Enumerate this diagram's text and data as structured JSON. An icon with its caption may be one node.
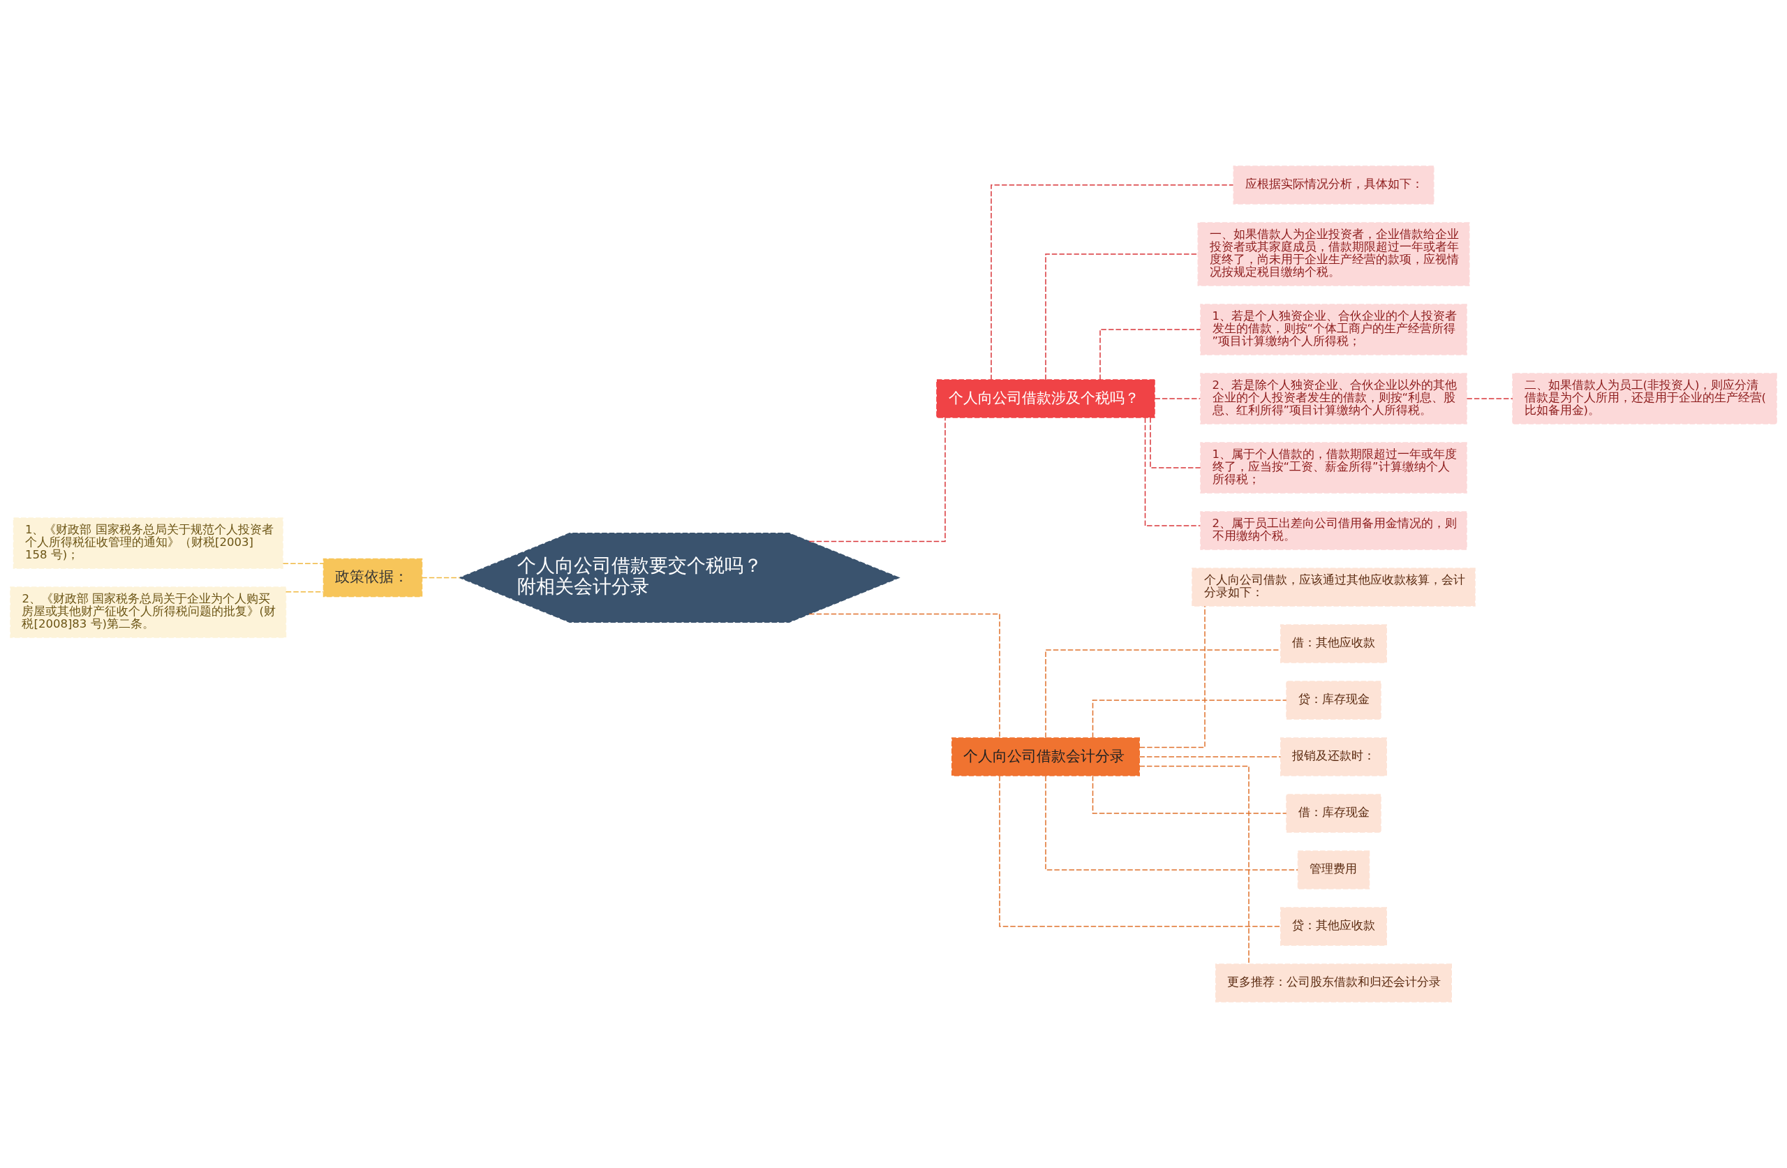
{
  "diagram": {
    "nodes": [
      {
        "text": [
          "个人向公司借款要交个税吗？附相关会计分录"
        ]
      },
      {
        "text": [
          "政策依据："
        ]
      },
      {
        "text": [
          "1、《财政部 国家税务总局关于规范个人投资者个人所得税征收管理的通知》（财税[2003] 158 号)；"
        ]
      },
      {
        "text": [
          "2、《财政部 国家税务总局关于企业为个人购买房屋或其他财产征收个人所得税问题的批复》(财税[2008]83 号)第二条。"
        ]
      },
      {
        "text": [
          "个人向公司借款涉及个税吗？"
        ]
      },
      {
        "text": [
          "应根据实际情况分析，具体如下："
        ]
      },
      {
        "text": [
          "一、如果借款人为企业投资者，企业借款给企业投资者或其家庭成员，借款期限超过一年或者年度终了，尚未用于企业生产经营的款项，应视情况按规定税目缴纳个税。"
        ]
      },
      {
        "text": [
          "1、若是个人独资企业、合伙企业的个人投资者发生的借款，则按“个体工商户的生产经营所得”项目计算缴纳个人所得税；"
        ]
      },
      {
        "text": [
          "2、若是除个人独资企业、合伙企业以外的其他企业的个人投资者发生的借款，则按“利息、股息、红利所得”项目计算缴纳个人所得税。"
        ]
      },
      {
        "text": [
          "二、如果借款人为员工(非投资人)，则应分清借款是为个人所用，还是用于企业的生产经营(比如备用金)。"
        ]
      },
      {
        "text": [
          "1、属于个人借款的，借款期限超过一年或年度终了，应当按“工资、薪金所得”计算缴纳个人所得税；"
        ]
      },
      {
        "text": [
          "2、属于员工出差向公司借用备用金情况的，则不用缴纳个税。"
        ]
      },
      {
        "text": [
          "个人向公司借款会计分录"
        ]
      },
      {
        "text": [
          "个人向公司借款，应该通过其他应收款核算，会计分录如下："
        ]
      },
      {
        "text": [
          "借：其他应收款"
        ]
      },
      {
        "text": [
          "贷：库存现金"
        ]
      },
      {
        "text": [
          "报销及还款时："
        ]
      },
      {
        "text": [
          "借：库存现金"
        ]
      },
      {
        "text": [
          "管理费用"
        ]
      },
      {
        "text": [
          "贷：其他应收款"
        ]
      },
      {
        "text": [
          "更多推荐：公司股东借款和归还会计分录"
        ]
      }
    ],
    "edges": [
      {
        "from": 0,
        "to": 1,
        "arrow": "none",
        "style": "dashed",
        "color": "#f0b840"
      },
      {
        "from": 1,
        "to": 2,
        "arrow": "none",
        "style": "dashed",
        "color": "#f0b840"
      },
      {
        "from": 1,
        "to": 3,
        "arrow": "none",
        "style": "dashed",
        "color": "#f0b840"
      },
      {
        "from": 0,
        "to": 4,
        "arrow": "none",
        "style": "dashed",
        "color": "#d9363a"
      },
      {
        "from": 4,
        "to": 5,
        "arrow": "none",
        "style": "dashed",
        "color": "#d9363a"
      },
      {
        "from": 4,
        "to": 6,
        "arrow": "none",
        "style": "dashed",
        "color": "#d9363a"
      },
      {
        "from": 4,
        "to": 7,
        "arrow": "none",
        "style": "dashed",
        "color": "#d9363a"
      },
      {
        "from": 4,
        "to": 8,
        "arrow": "none",
        "style": "dashed",
        "color": "#d9363a"
      },
      {
        "from": 8,
        "to": 9,
        "arrow": "none",
        "style": "dashed",
        "color": "#d9363a"
      },
      {
        "from": 4,
        "to": 10,
        "arrow": "none",
        "style": "dashed",
        "color": "#d9363a"
      },
      {
        "from": 4,
        "to": 11,
        "arrow": "none",
        "style": "dashed",
        "color": "#d9363a"
      },
      {
        "from": 0,
        "to": 12,
        "arrow": "none",
        "style": "dashed",
        "color": "#e0712c"
      },
      {
        "from": 12,
        "to": 13,
        "arrow": "none",
        "style": "dashed",
        "color": "#e0712c"
      },
      {
        "from": 12,
        "to": 14,
        "arrow": "none",
        "style": "dashed",
        "color": "#e0712c"
      },
      {
        "from": 12,
        "to": 15,
        "arrow": "none",
        "style": "dashed",
        "color": "#e0712c"
      },
      {
        "from": 12,
        "to": 16,
        "arrow": "none",
        "style": "dashed",
        "color": "#e0712c"
      },
      {
        "from": 12,
        "to": 17,
        "arrow": "none",
        "style": "dashed",
        "color": "#e0712c"
      },
      {
        "from": 12,
        "to": 18,
        "arrow": "none",
        "style": "dashed",
        "color": "#e0712c"
      },
      {
        "from": 12,
        "to": 19,
        "arrow": "none",
        "style": "dashed",
        "color": "#e0712c"
      },
      {
        "from": 12,
        "to": 20,
        "arrow": "none",
        "style": "dashed",
        "color": "#e0712c"
      }
    ]
  }
}
